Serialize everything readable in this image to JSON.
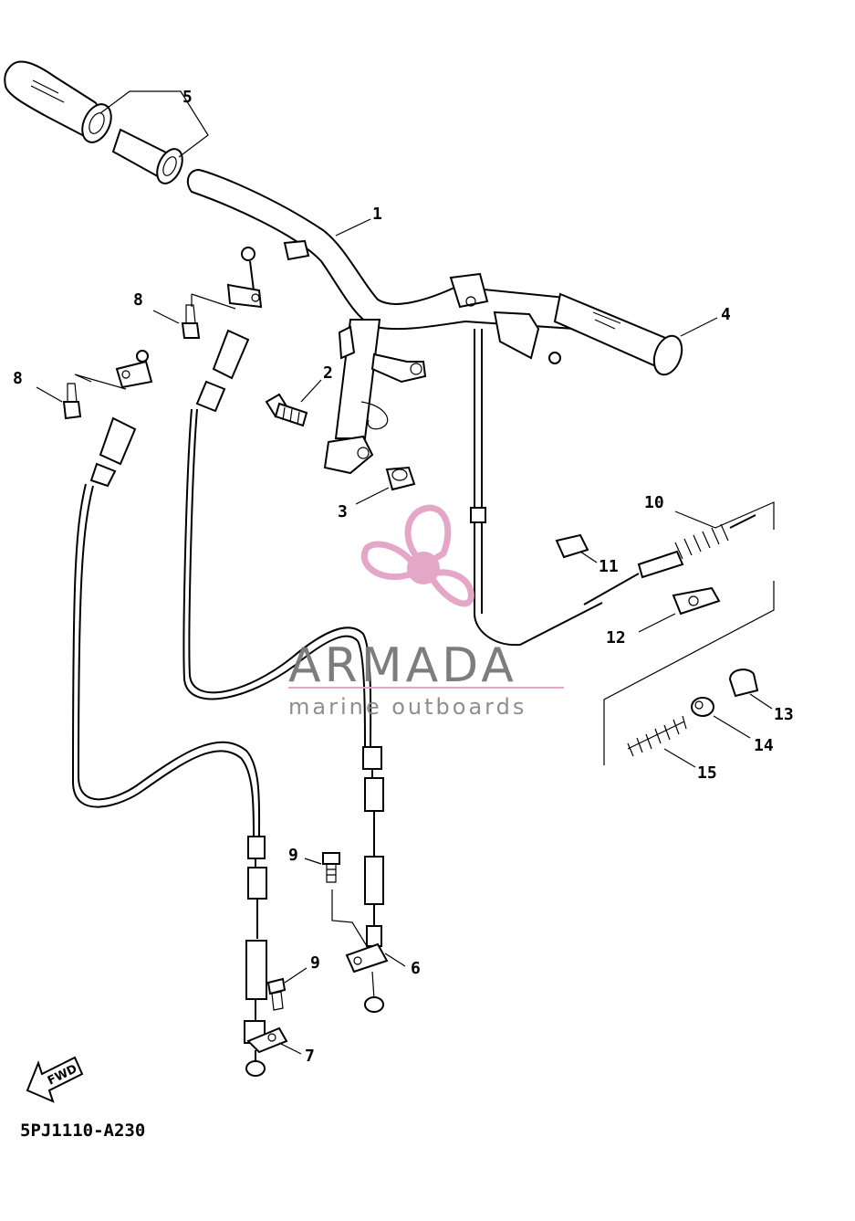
{
  "diagram": {
    "part_code": "5PJ1110-A230",
    "fwd_label": "FWD",
    "watermark": {
      "name": "ARMADA",
      "subtitle": "marine outboards",
      "pink": "#e3a3c6",
      "grey": "#777777"
    },
    "callouts": {
      "c1": "1",
      "c2": "2",
      "c3": "3",
      "c4": "4",
      "c5": "5",
      "c6": "6",
      "c7": "7",
      "c8a": "8",
      "c8b": "8",
      "c9a": "9",
      "c9b": "9",
      "c10": "10",
      "c11": "11",
      "c12": "12",
      "c13": "13",
      "c14": "14",
      "c15": "15"
    }
  }
}
